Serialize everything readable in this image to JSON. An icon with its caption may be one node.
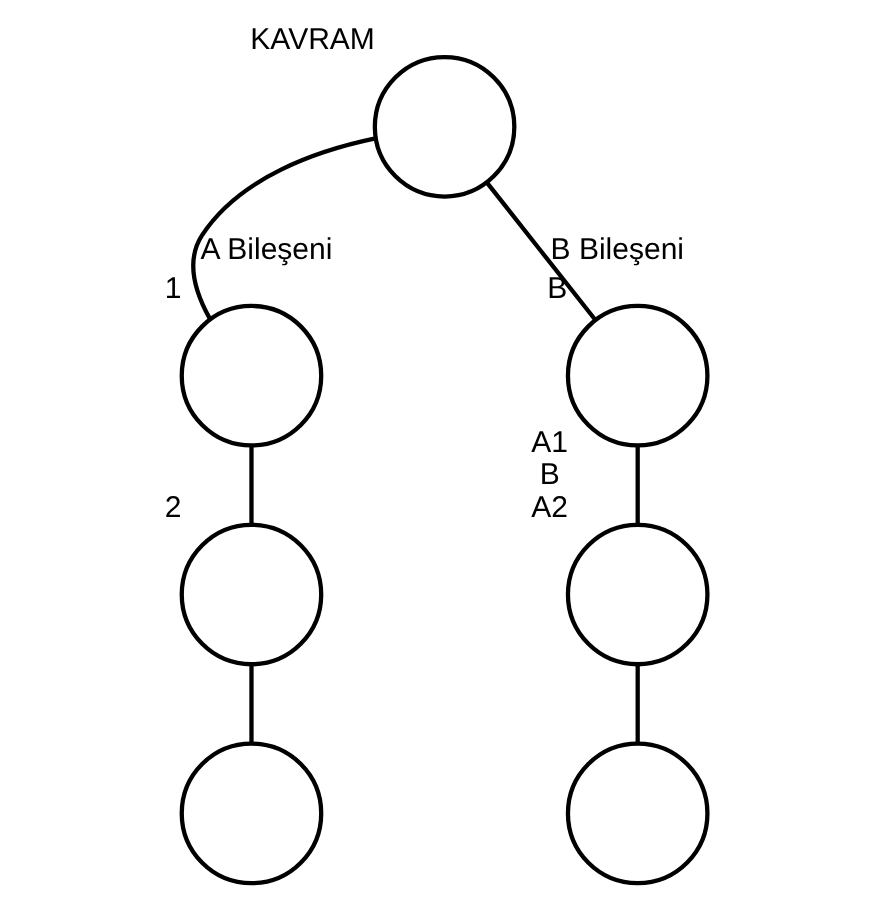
{
  "diagram": {
    "nodes": [
      {
        "text": [],
        "shape": "circle",
        "beside": [
          "KAVRAM"
        ]
      },
      {
        "text": [],
        "shape": "circle",
        "beside": [
          "1"
        ]
      },
      {
        "text": [],
        "shape": "circle",
        "beside": [
          "B"
        ]
      },
      {
        "text": [],
        "shape": "circle",
        "beside": [
          "2"
        ]
      },
      {
        "text": [],
        "shape": "circle",
        "beside": [
          "A1",
          "B",
          "A2"
        ]
      },
      {
        "text": [],
        "shape": "circle"
      },
      {
        "text": [],
        "shape": "circle"
      }
    ],
    "edges": [
      {
        "from": 0,
        "to": 1,
        "arrow": "none",
        "label": "A Bileşeni"
      },
      {
        "from": 0,
        "to": 2,
        "arrow": "none",
        "label": "B Bileşeni"
      },
      {
        "from": 1,
        "to": 3,
        "arrow": "none"
      },
      {
        "from": 2,
        "to": 4,
        "arrow": "none"
      },
      {
        "from": 3,
        "to": 5,
        "arrow": "none"
      },
      {
        "from": 4,
        "to": 6,
        "arrow": "none"
      }
    ]
  }
}
